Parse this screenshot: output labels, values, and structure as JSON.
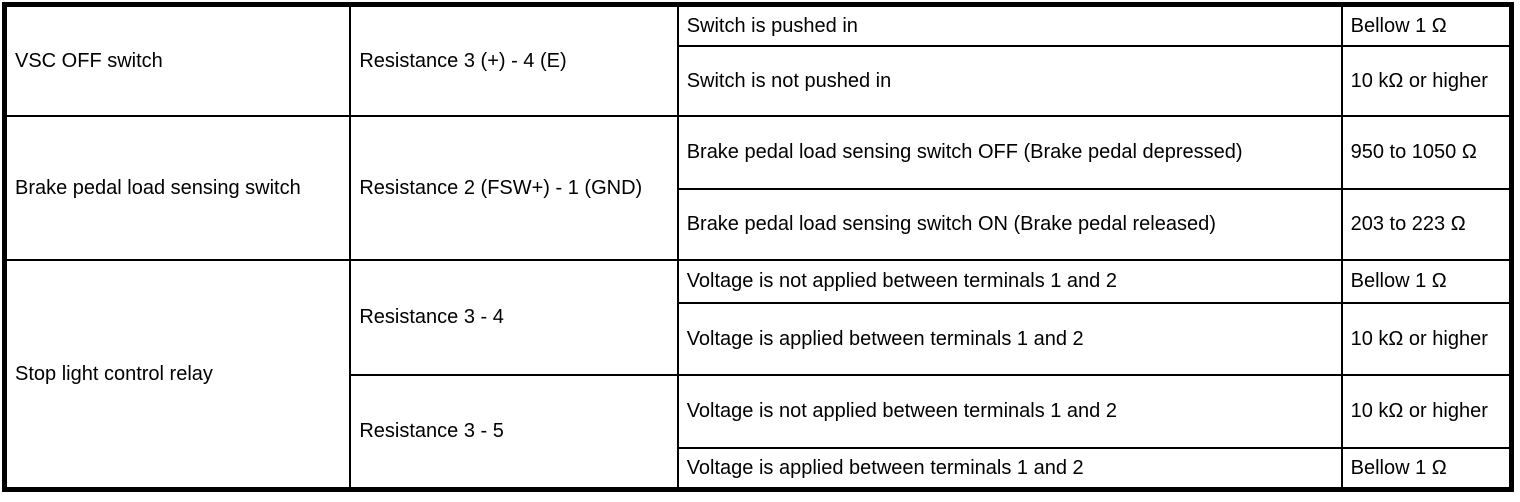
{
  "table": {
    "sections": [
      {
        "component": "VSC OFF switch",
        "measurements": [
          {
            "label": "Resistance 3 (+) - 4 (E)",
            "rows": [
              {
                "condition": "Switch is pushed in",
                "value": "Bellow 1 Ω"
              },
              {
                "condition": "Switch is not pushed in",
                "value": "10 kΩ or higher"
              }
            ]
          }
        ]
      },
      {
        "component": "Brake pedal load sensing switch",
        "measurements": [
          {
            "label": "Resistance 2 (FSW+) - 1 (GND)",
            "rows": [
              {
                "condition": "Brake pedal load sensing switch OFF (Brake pedal depressed)",
                "value": "950 to 1050 Ω"
              },
              {
                "condition": "Brake pedal load sensing switch ON (Brake pedal released)",
                "value": "203 to 223 Ω"
              }
            ]
          }
        ]
      },
      {
        "component": "Stop light control relay",
        "measurements": [
          {
            "label": "Resistance 3 - 4",
            "rows": [
              {
                "condition": "Voltage is not applied between terminals 1 and 2",
                "value": "Bellow 1 Ω"
              },
              {
                "condition": "Voltage is applied between terminals 1 and 2",
                "value": "10 kΩ or higher"
              }
            ]
          },
          {
            "label": "Resistance 3 - 5",
            "rows": [
              {
                "condition": "Voltage is not applied between terminals 1 and 2",
                "value": "10 kΩ or higher"
              },
              {
                "condition": "Voltage is applied between terminals 1 and 2",
                "value": "Bellow 1 Ω"
              }
            ]
          }
        ]
      }
    ],
    "colors": {
      "border": "#000000",
      "text": "#000000",
      "background": "#ffffff"
    }
  }
}
